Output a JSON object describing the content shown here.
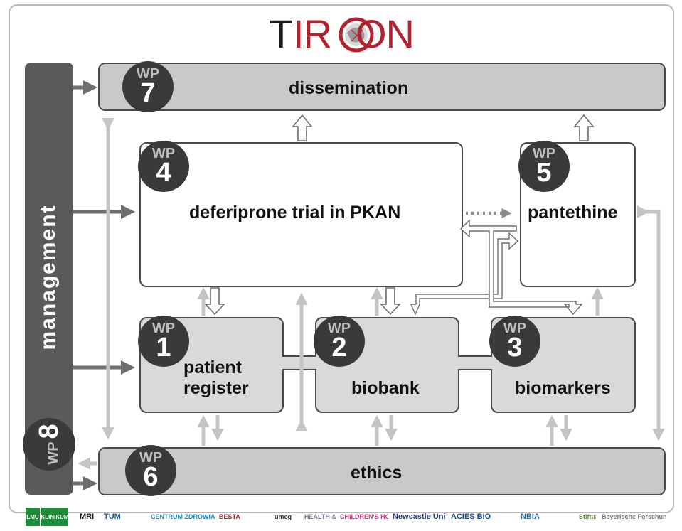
{
  "logo": {
    "text_t": "T",
    "text_ir": "IR",
    "text_on": "ON"
  },
  "colors": {
    "brand_red": "#b2232f",
    "dark": "#3b3939",
    "mgmt": "#5a5a5a",
    "bar": "#c9c9c9",
    "box_light": "#d9d9d9",
    "arrow_light": "#c4c4c4",
    "arrow_dark": "#6e6e6e"
  },
  "management": {
    "label": "management",
    "wp_word": "WP",
    "wp_num": "8"
  },
  "dissemination": {
    "label": "dissemination",
    "wp_word": "WP",
    "wp_num": "7"
  },
  "ethics": {
    "label": "ethics",
    "wp_word": "WP",
    "wp_num": "6"
  },
  "trial": {
    "label": "deferiprone trial in PKAN",
    "wp_word": "WP",
    "wp_num": "4"
  },
  "pantethine": {
    "label": "pantethine",
    "wp_word": "WP",
    "wp_num": "5"
  },
  "register": {
    "label_line1": "patient",
    "label_line2": "register",
    "wp_word": "WP",
    "wp_num": "1"
  },
  "biobank": {
    "label": "biobank",
    "wp_word": "WP",
    "wp_num": "2"
  },
  "biomarkers": {
    "label": "biomarkers",
    "wp_word": "WP",
    "wp_num": "3"
  },
  "partners": [
    {
      "name": "LMU",
      "text": "LMU",
      "color": "#1f8a3a",
      "icon": "lmu-logo"
    },
    {
      "name": "klinikum",
      "text": "KLINIKUM",
      "color": "#1f8a3a",
      "icon": "klinikum-logo"
    },
    {
      "name": "mri",
      "text": "MRI",
      "color": "#1a1a1a",
      "icon": "mri-logo"
    },
    {
      "name": "tum",
      "text": "TUM",
      "color": "#1a5fa8",
      "icon": "tum-logo"
    },
    {
      "name": "czech",
      "text": "CENTRUM ZDROWIA DZIECKA",
      "color": "#1a8fbf",
      "icon": "czd-logo"
    },
    {
      "name": "besta",
      "text": "BESTA",
      "color": "#b2232f",
      "icon": "besta-logo"
    },
    {
      "name": "umcg",
      "text": "umcg",
      "color": "#333333",
      "icon": "umcg-logo"
    },
    {
      "name": "oregon",
      "text": "HEALTH & SCIENCE",
      "color": "#7a7aa8",
      "icon": "ohsu-logo"
    },
    {
      "name": "childrens",
      "text": "CHILDREN'S HOSPITAL",
      "color": "#c23a7a",
      "icon": "children-logo"
    },
    {
      "name": "newcastle",
      "text": "Newcastle University",
      "color": "#2a3a7a",
      "icon": "newcastle-logo"
    },
    {
      "name": "acies",
      "text": "ACIES BIO",
      "color": "#1a4f9a",
      "icon": "acies-logo"
    },
    {
      "name": "nbia",
      "text": "NBIA",
      "color": "#1a6ab0",
      "icon": "nbia-logo"
    },
    {
      "name": "stiftung",
      "text": "Stiftungsstr e.V.",
      "color": "#5a8a3a",
      "icon": "leaf-logo"
    },
    {
      "name": "bayerische",
      "text": "Bayerische Forschungsallianz",
      "color": "#777777",
      "icon": "bfa-logo"
    }
  ]
}
